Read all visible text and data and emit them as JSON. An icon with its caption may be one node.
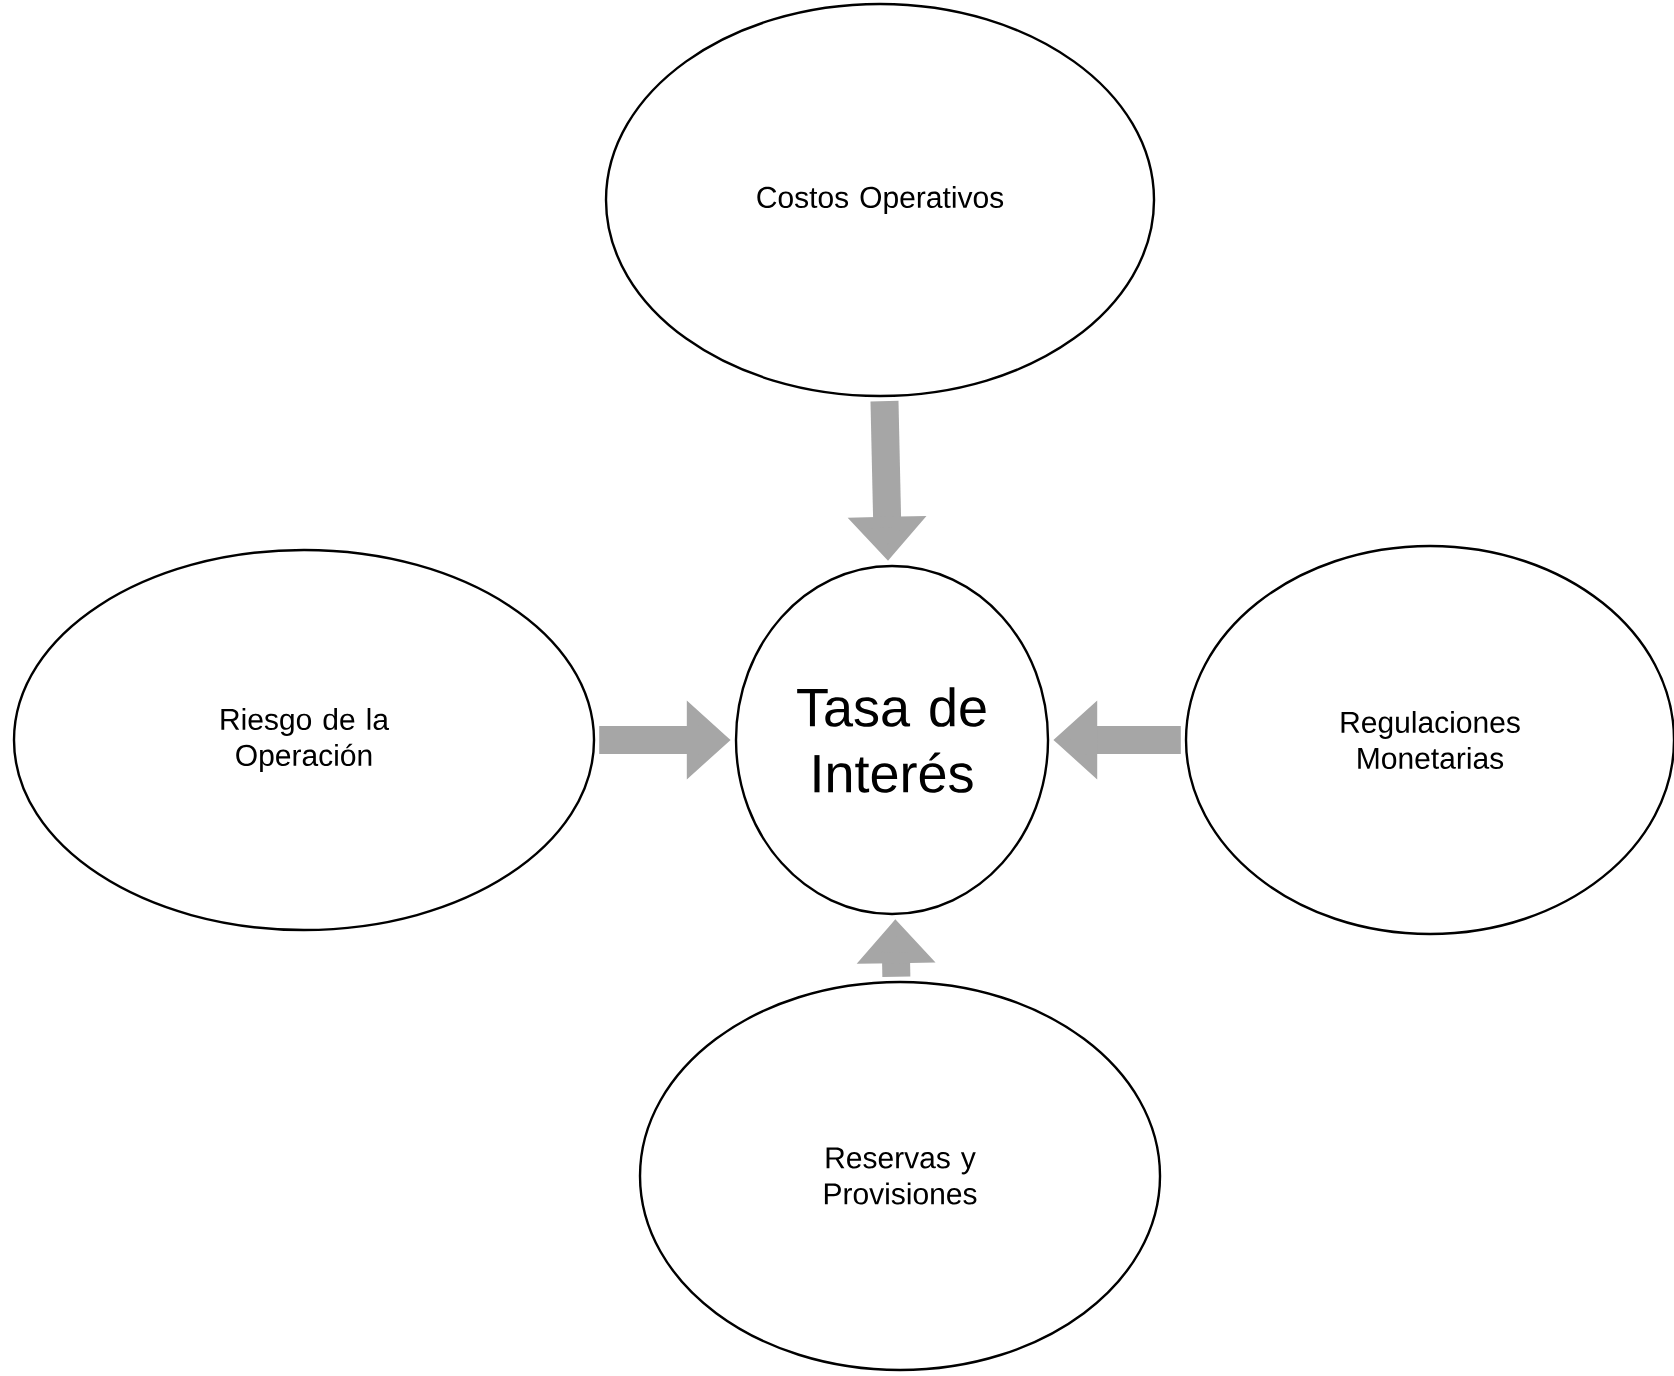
{
  "diagram": {
    "nodes": [
      {
        "text": [
          "Costos Operativos"
        ]
      },
      {
        "text": [
          "Riesgo de la Operación"
        ]
      },
      {
        "text": [
          "Tasa de Interés"
        ]
      },
      {
        "text": [
          "Regulaciones Monetarias"
        ]
      },
      {
        "text": [
          "Reservas y Provisiones"
        ]
      }
    ],
    "edges": [
      {
        "from": 0,
        "to": 2,
        "arrow": "to"
      },
      {
        "from": 1,
        "to": 2,
        "arrow": "to"
      },
      {
        "from": 3,
        "to": 2,
        "arrow": "to"
      },
      {
        "from": 4,
        "to": 2,
        "arrow": "to"
      }
    ]
  }
}
